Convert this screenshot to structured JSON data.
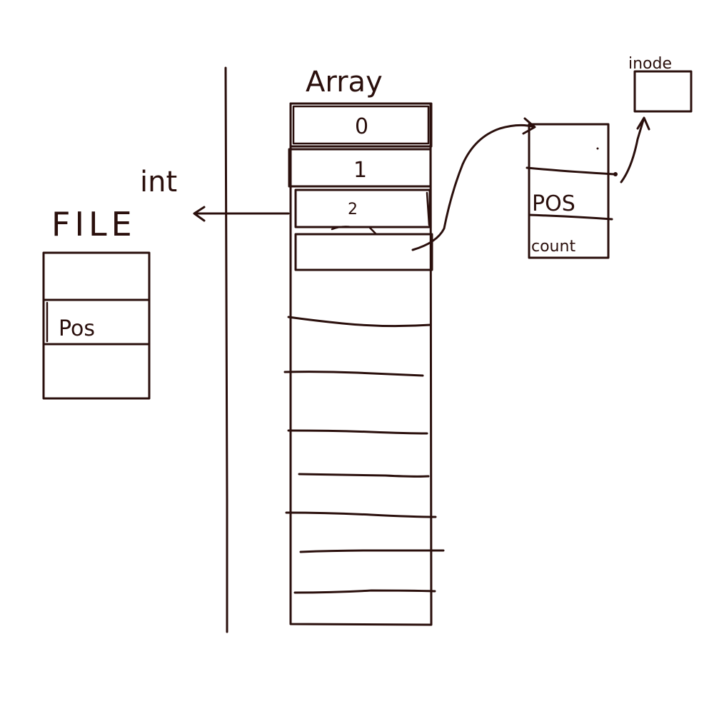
{
  "labels": {
    "array": "Array",
    "int": "int",
    "file": "FILE",
    "inode": "inode"
  },
  "array_cells": [
    "0",
    "1",
    "2"
  ],
  "file_struct": {
    "field": "Pos"
  },
  "open_file_entry": {
    "field_pos": "POS",
    "field_count": "count"
  },
  "colors": {
    "ink": "#2a0f0c",
    "background": "#ffffff"
  }
}
